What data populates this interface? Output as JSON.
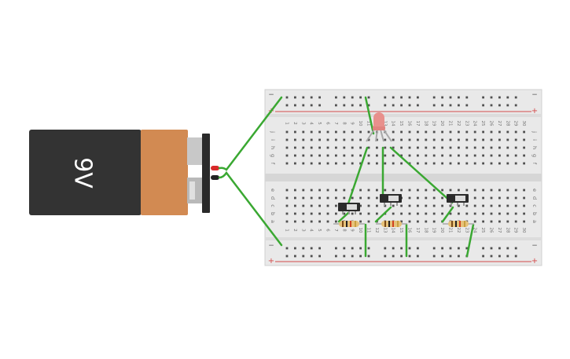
{
  "battery": {
    "label": "9V",
    "colors": {
      "body": "#333333",
      "cap": "#d28a52",
      "terminal": "#c8c8c8",
      "clip": "#2a2a2a"
    }
  },
  "breadboard": {
    "columns": 30,
    "top_rows": [
      "j",
      "i",
      "h",
      "g",
      "f"
    ],
    "bottom_rows": [
      "e",
      "d",
      "c",
      "b",
      "a"
    ],
    "rail_minus": "−",
    "rail_plus": "+",
    "colors": {
      "board": "#e9e9e9",
      "hole": "#4f4f4f",
      "red_line": "#d44a4a",
      "text": "#6a6a6a"
    }
  },
  "components": {
    "led": {
      "color": "#e8908c",
      "legs": 4
    },
    "switches": 3,
    "resistors": 3
  },
  "wire_color": "#3aa832",
  "probe_colors": {
    "red": "#d82a2a",
    "black": "#222222"
  }
}
